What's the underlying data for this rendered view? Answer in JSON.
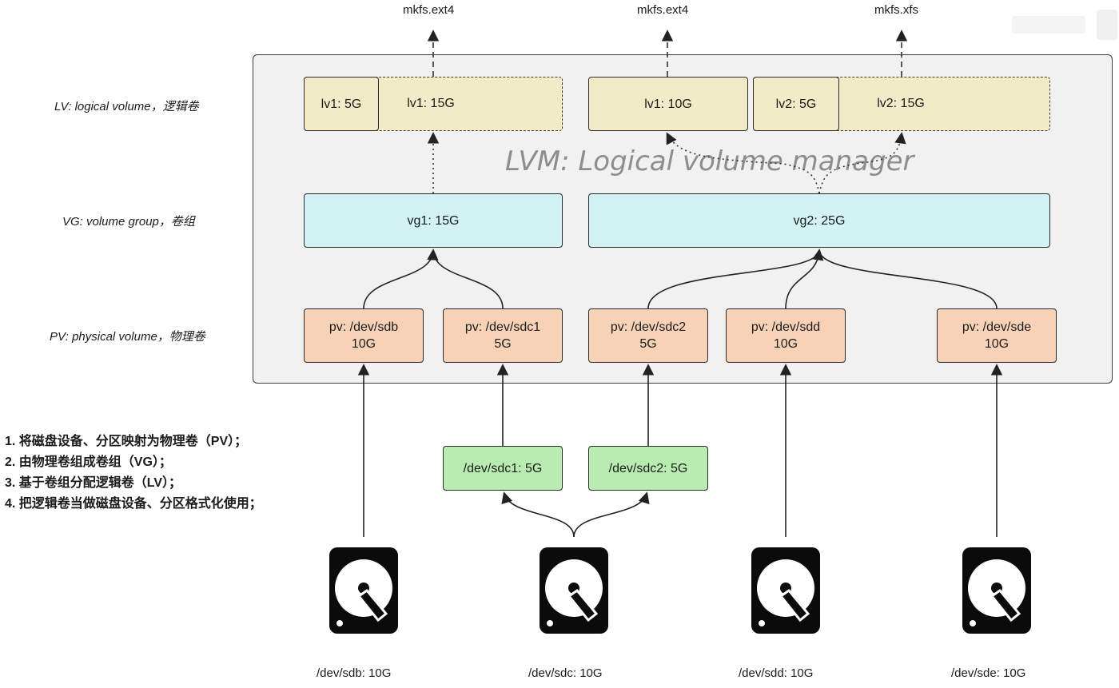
{
  "layers": {
    "lv_label": "LV: logical volume，逻辑卷",
    "vg_label": "VG: volume group，卷组",
    "pv_label": "PV: physical volume，物理卷"
  },
  "lvm_title": "LVM: Logical volume manager",
  "mkfs": [
    "mkfs.ext4",
    "mkfs.ext4",
    "mkfs.xfs"
  ],
  "lv": {
    "lv1_small": "lv1: 5G",
    "lv1_ext": "lv1: 15G",
    "lv1_vg2": "lv1: 10G",
    "lv2_small": "lv2: 5G",
    "lv2_ext": "lv2: 15G"
  },
  "vg": {
    "vg1": "vg1: 15G",
    "vg2": "vg2: 25G"
  },
  "pv": [
    {
      "line1": "pv: /dev/sdb",
      "line2": "10G"
    },
    {
      "line1": "pv: /dev/sdc1",
      "line2": "5G"
    },
    {
      "line1": "pv: /dev/sdc2",
      "line2": "5G"
    },
    {
      "line1": "pv: /dev/sdd",
      "line2": "10G"
    },
    {
      "line1": "pv: /dev/sde",
      "line2": "10G"
    }
  ],
  "partitions": [
    "/dev/sdc1: 5G",
    "/dev/sdc2: 5G"
  ],
  "disks": [
    "/dev/sdb: 10G",
    "/dev/sdc: 10G",
    "/dev/sdd: 10G",
    "/dev/sde: 10G"
  ],
  "steps": [
    "1. 将磁盘设备、分区映射为物理卷（PV）；",
    "2. 由物理卷组成卷组（VG）；",
    "3. 基于卷组分配逻辑卷（LV）；",
    "4. 把逻辑卷当做磁盘设备、分区格式化使用；"
  ],
  "colors": {
    "lv": "#f2ebc7",
    "vg": "#d2f2f3",
    "pv": "#f8d2b6",
    "partition": "#b9ecb0",
    "frame": "#f1f1f2"
  }
}
